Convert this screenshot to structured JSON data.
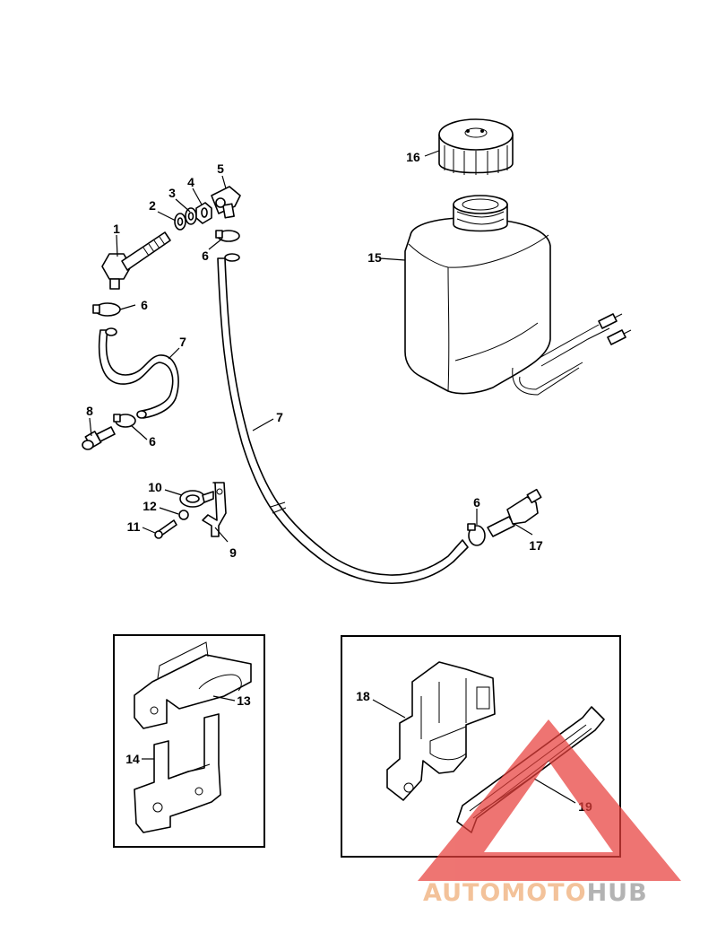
{
  "callouts": {
    "c1": "1",
    "c2": "2",
    "c3": "3",
    "c4": "4",
    "c5": "5",
    "c6a": "6",
    "c6b": "6",
    "c6c": "6",
    "c6d": "6",
    "c7a": "7",
    "c7b": "7",
    "c8": "8",
    "c9": "9",
    "c10": "10",
    "c11": "11",
    "c12": "12",
    "c13": "13",
    "c14": "14",
    "c15": "15",
    "c16": "16",
    "c17": "17",
    "c18": "18",
    "c19": "19"
  },
  "watermark": {
    "part1": "AUTOMOTO",
    "part2": "HUB",
    "color_main": "#f3c29a",
    "color_second": "#b3b3b3",
    "triangle_color": "#e8403c"
  }
}
